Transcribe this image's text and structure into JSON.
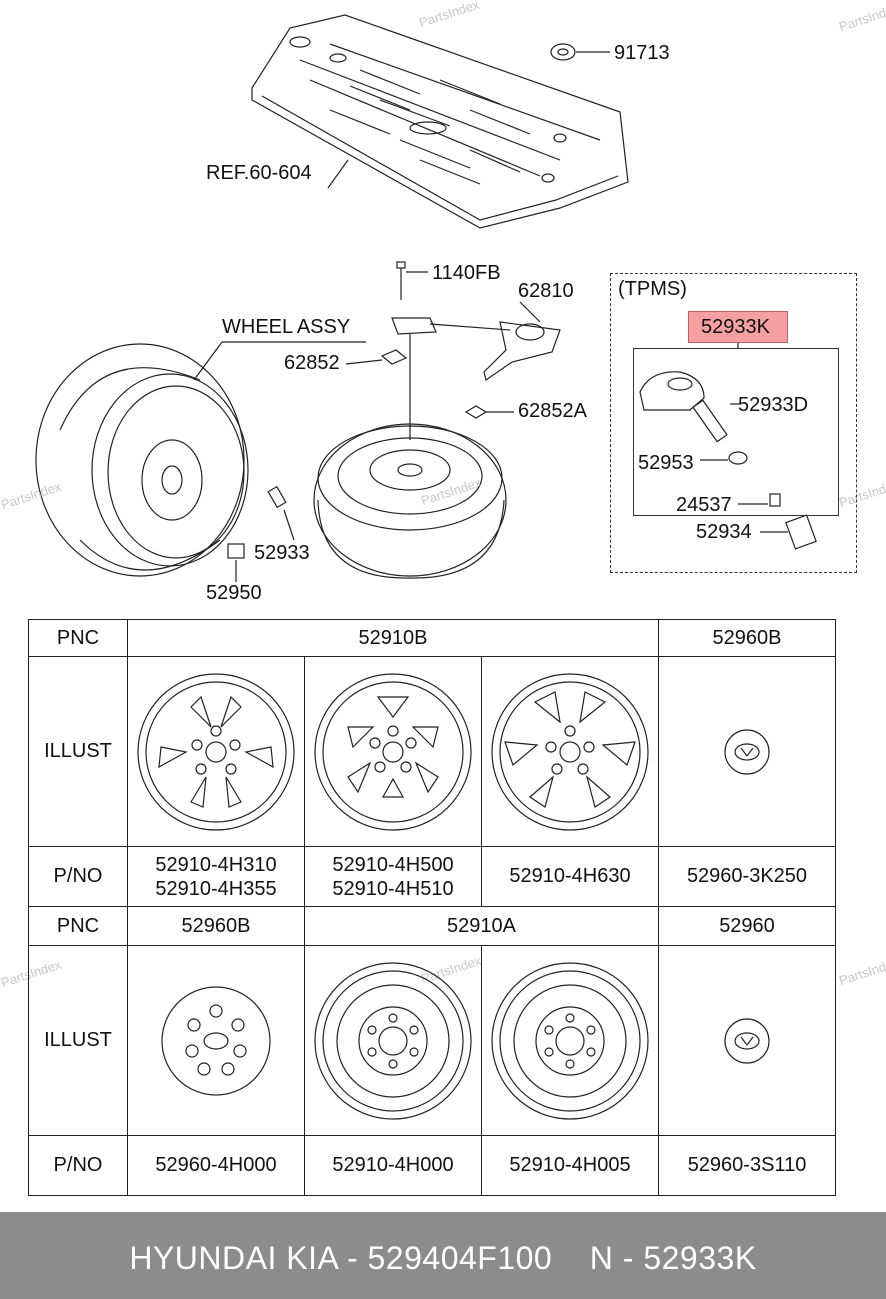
{
  "watermark": "PartsIndex",
  "callouts": {
    "c91713": "91713",
    "ref": "REF.60-604",
    "c1140fb": "1140FB",
    "c62810": "62810",
    "wheel_assy": "WHEEL ASSY",
    "c62852": "62852",
    "c62852a": "62852A",
    "c52933": "52933",
    "c52950": "52950"
  },
  "tpms": {
    "title": "(TPMS)",
    "highlight": "52933K",
    "c52933d": "52933D",
    "c52953": "52953",
    "c24537": "24537",
    "c52934": "52934"
  },
  "table": {
    "row1": {
      "label": "PNC",
      "c1": "52910B",
      "c2": "52960B"
    },
    "row2": {
      "label": "ILLUST"
    },
    "row3": {
      "label": "P/NO",
      "a1": "52910-4H310",
      "a2": "52910-4H355",
      "b1": "52910-4H500",
      "b2": "52910-4H510",
      "c": "52910-4H630",
      "d": "52960-3K250"
    },
    "row4": {
      "label": "PNC",
      "c1": "52960B",
      "c2": "52910A",
      "c3": "52960"
    },
    "row5": {
      "label": "ILLUST"
    },
    "row6": {
      "label": "P/NO",
      "a": "52960-4H000",
      "b": "52910-4H000",
      "c": "52910-4H005",
      "d": "52960-3S110"
    }
  },
  "footer": {
    "brand": "HYUNDAI KIA",
    "sep1": "-",
    "part": "529404F100",
    "n": "N",
    "sep2": "-",
    "pnc": "52933K"
  }
}
